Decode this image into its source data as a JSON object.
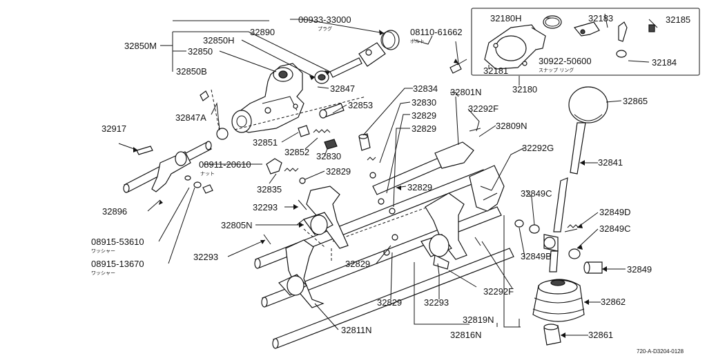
{
  "diagram": {
    "code": "720-A-D3204-0128",
    "labels": {
      "p32850M": "32850M",
      "p32890": "32890",
      "p32850H": "32850H",
      "p32850": "32850",
      "p32850B": "32850B",
      "p00933": "00933-33000",
      "p00933_sub": "プラグ",
      "p08110": "08110-61662",
      "p08110_sub": "ボルト",
      "p32180H": "32180H",
      "p32183": "32183",
      "p32185": "32185",
      "p30922": "30922-50600",
      "p30922_sub": "スナップ リング",
      "p32181": "32181",
      "p32184": "32184",
      "p32180": "32180",
      "p32847": "32847",
      "p32834": "32834",
      "p32801N": "32801N",
      "p32830a": "32830",
      "p32292F_top": "32292F",
      "p32829a": "32829",
      "p32829b": "32829",
      "p32809N": "32809N",
      "p32853": "32853",
      "p32847A": "32847A",
      "p32865": "32865",
      "p32917": "32917",
      "p32851": "32851",
      "p32852": "32852",
      "p32830b": "32830",
      "p32292G": "32292G",
      "p08911": "08911-20610",
      "p08911_sub": "ナット",
      "p32829c": "32829",
      "p32841": "32841",
      "p32835": "32835",
      "p32829d": "32829",
      "p32849C_top": "32849C",
      "p32293a": "32293",
      "p32849D": "32849D",
      "p32896": "32896",
      "p32805N": "32805N",
      "p32849C": "32849C",
      "p08915a": "08915-53610",
      "p08915a_sub": "ワッシャー",
      "p32293b": "32293",
      "p32849B": "32849B",
      "p32849": "32849",
      "p08915b": "08915-13670",
      "p08915b_sub": "ワッシャー",
      "p32829e": "32829",
      "p32292F": "32292F",
      "p32862": "32862",
      "p32829f": "32829",
      "p32293c": "32293",
      "p32819N": "32819N",
      "p32811N": "32811N",
      "p32816N": "32816N",
      "p32861": "32861"
    }
  }
}
